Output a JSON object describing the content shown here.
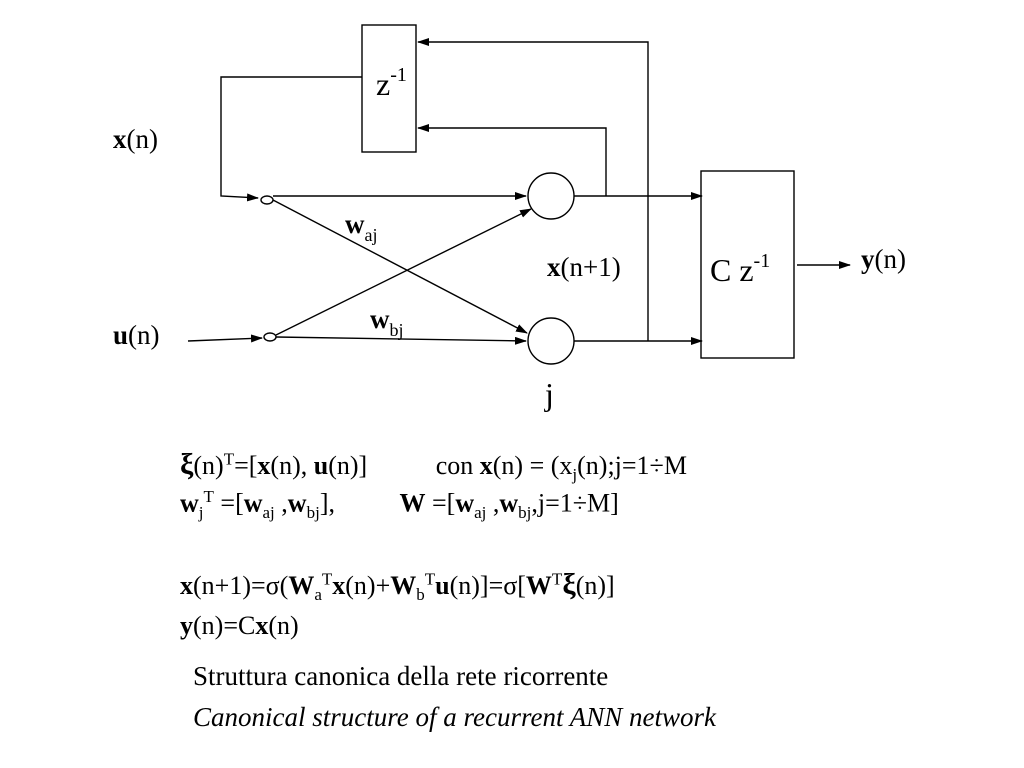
{
  "diagram": {
    "delay_top": {
      "base": "z",
      "exp": "-1"
    },
    "delay_out": {
      "prefix": "C z",
      "exp": "-1"
    },
    "labels": {
      "x_n": {
        "bold": "x",
        "rest": "(n)"
      },
      "u_n": {
        "bold": "u",
        "rest": "(n)"
      },
      "y_n": {
        "bold": "y",
        "rest": "(n)"
      },
      "x_n1": {
        "bold": "x",
        "rest": "(n+1)"
      },
      "w_aj": {
        "bold": "w",
        "sub": "aj"
      },
      "w_bj": {
        "bold": "w",
        "sub": "bj"
      },
      "j": "j"
    }
  },
  "equations": {
    "line1": {
      "xi": "ξ",
      "n": "(n)",
      "T": "T",
      "eq_open": "=[",
      "x": "x",
      "n2": "(n), ",
      "u": "u",
      "n3": "(n)]",
      "con": "con ",
      "x2": "x",
      "n4": "(n) = (x",
      "j": "j",
      "rest": "(n);j=1÷M"
    },
    "line2": {
      "w": "w",
      "j": "j",
      "T": "T",
      "eq_open": " =[",
      "w2": "w",
      "aj": "aj",
      "comma": " ,",
      "w3": "w",
      "bj": "bj",
      "close": "],",
      "W": "W",
      "eq2": " =[",
      "w4": "w",
      "aj2": "aj",
      "comma2": " ,",
      "w5": "w",
      "bj2": "bj",
      "rest": ",j=1÷M]"
    },
    "line3": {
      "x": "x",
      "a": "(n+1)=σ(",
      "W": "W",
      "sa": "a",
      "T1": "T",
      "x2": "x",
      "b": "(n)+",
      "W2": "W",
      "sb": "b",
      "T2": "T",
      "u": "u",
      "c": "(n)]=σ[",
      "W3": "W",
      "T3": "T",
      "xi": "ξ",
      "d": "(n)]"
    },
    "line4": {
      "y": "y",
      "a": "(n)=C",
      "x": "x",
      "b": "(n)"
    }
  },
  "caption": {
    "italian": "Struttura canonica della rete ricorrente",
    "english": "Canonical structure of a recurrent ANN network"
  }
}
